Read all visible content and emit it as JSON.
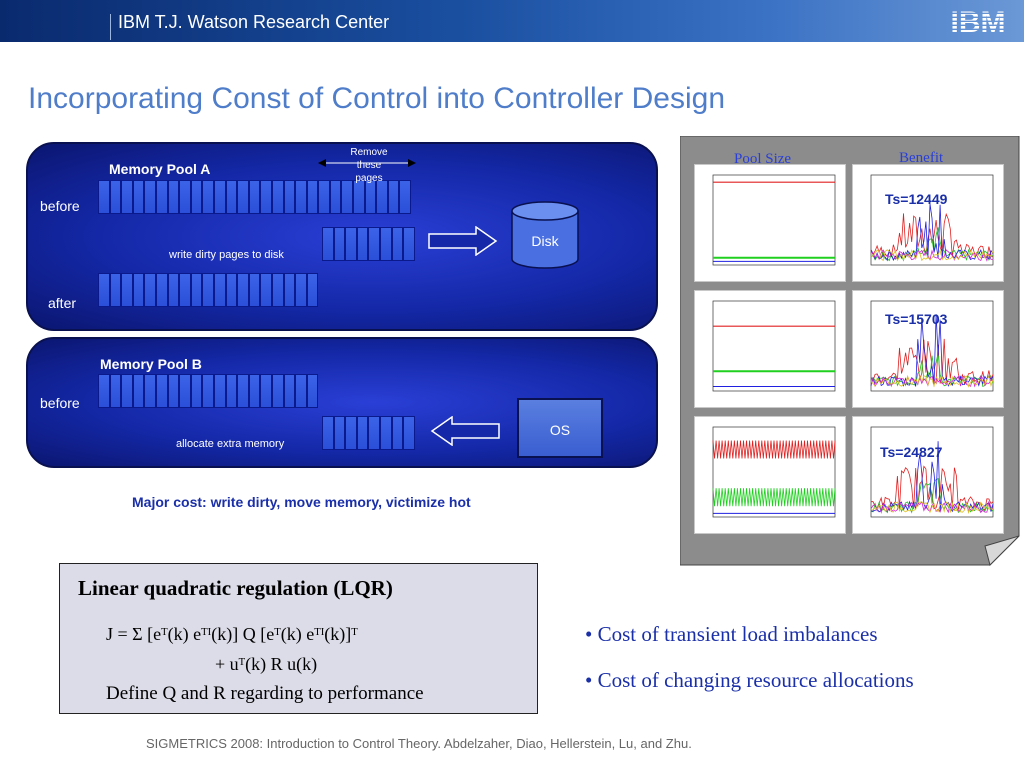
{
  "header": {
    "org": "IBM T.J. Watson Research Center",
    "logo_text": "IBM"
  },
  "title": "Incorporating Const of Control into Controller Design",
  "pool_a": {
    "label": "Memory Pool A",
    "before": "before",
    "after": "after",
    "remove_note": [
      "Remove",
      "these",
      "pages"
    ],
    "write_label": "write dirty pages to disk",
    "disk_label": "Disk"
  },
  "pool_b": {
    "label": "Memory Pool B",
    "before": "before",
    "alloc_label": "allocate extra memory",
    "os_label": "OS"
  },
  "major_cost": "Major cost: write dirty, move memory, victimize hot",
  "plots": {
    "col_pool": "Pool Size",
    "col_benefit": "Benefit",
    "ts": [
      "Ts=12449",
      "Ts=15703",
      "Ts=24827"
    ]
  },
  "lqr": {
    "title": "Linear quadratic regulation (LQR)",
    "eq1": "J = Σ  [eᵀ(k) eᵀᴵ(k)] Q [eᵀ(k) eᵀᴵ(k)]ᵀ",
    "eq2": "+ uᵀ(k) R u(k)",
    "define": "Define Q and R regarding to performance"
  },
  "bullets": [
    "• Cost of transient load imbalances",
    "• Cost of changing resource allocations"
  ],
  "footer": "SIGMETRICS 2008: Introduction to Control Theory. Abdelzaher, Diao, Hellerstein, Lu, and Zhu.",
  "colors": {
    "title": "#4f7dc9",
    "accent": "#1a2fa8",
    "panel": "#1428a8"
  }
}
